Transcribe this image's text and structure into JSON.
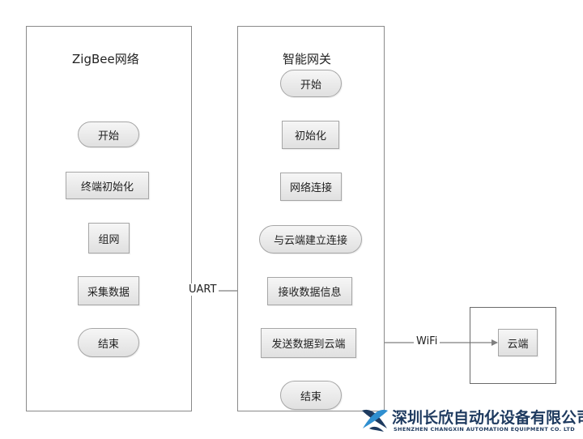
{
  "lanes": {
    "zigbee": {
      "title": "ZigBee网络"
    },
    "gateway": {
      "title": "智能网关"
    }
  },
  "zigbee_nodes": {
    "start": "开始",
    "init": "终端初始化",
    "network": "组网",
    "collect": "采集数据",
    "end": "结束"
  },
  "gateway_nodes": {
    "start": "开始",
    "init": "初始化",
    "connect": "网络连接",
    "cloud_connect": "与云端建立连接",
    "receive": "接收数据信息",
    "send": "发送数据到云端",
    "end": "结束"
  },
  "cloud": {
    "label": "云端"
  },
  "edges": {
    "uart": "UART",
    "wifi": "WiFi"
  },
  "logo": {
    "company_cn": "深圳长欣自动化设备有限公司",
    "company_en": "SHENZHEN CHANGXIN AUTOMATION EQUIPMENT CO. LTD"
  },
  "colors": {
    "lane_border": "#8a8a8a",
    "node_border": "#a6a6a6",
    "arrow": "#808080",
    "logo_brand": "#1e3a5f"
  }
}
